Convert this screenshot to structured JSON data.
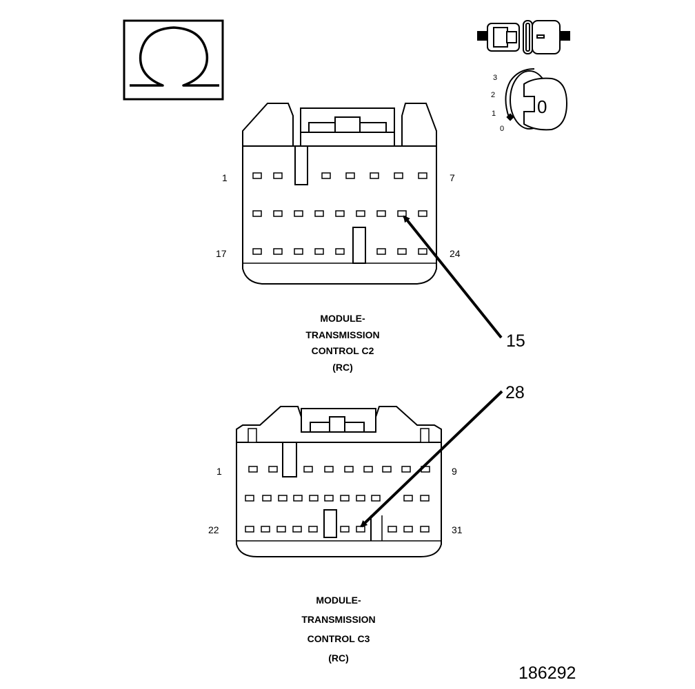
{
  "meter_symbol": {
    "icon": "ohm-symbol-icon",
    "glyph": "Ω"
  },
  "ignition_icon": {
    "icon": "ignition-key-icon",
    "positions": [
      "3",
      "2",
      "1",
      "0"
    ],
    "key_position": "0"
  },
  "connector_c2": {
    "pin_first": "1",
    "pin_row1_last": "7",
    "pin_row3_first": "17",
    "pin_last": "24",
    "caption_lines": [
      "MODULE-",
      "TRANSMISSION",
      "CONTROL C2",
      "(RC)"
    ],
    "callout": "15"
  },
  "connector_c3": {
    "pin_first": "1",
    "pin_row1_last": "9",
    "pin_row3_first": "22",
    "pin_last": "31",
    "caption_lines": [
      "MODULE-",
      "TRANSMISSION",
      "CONTROL C3",
      "(RC)"
    ],
    "callout": "28"
  },
  "figure_id": "186292"
}
